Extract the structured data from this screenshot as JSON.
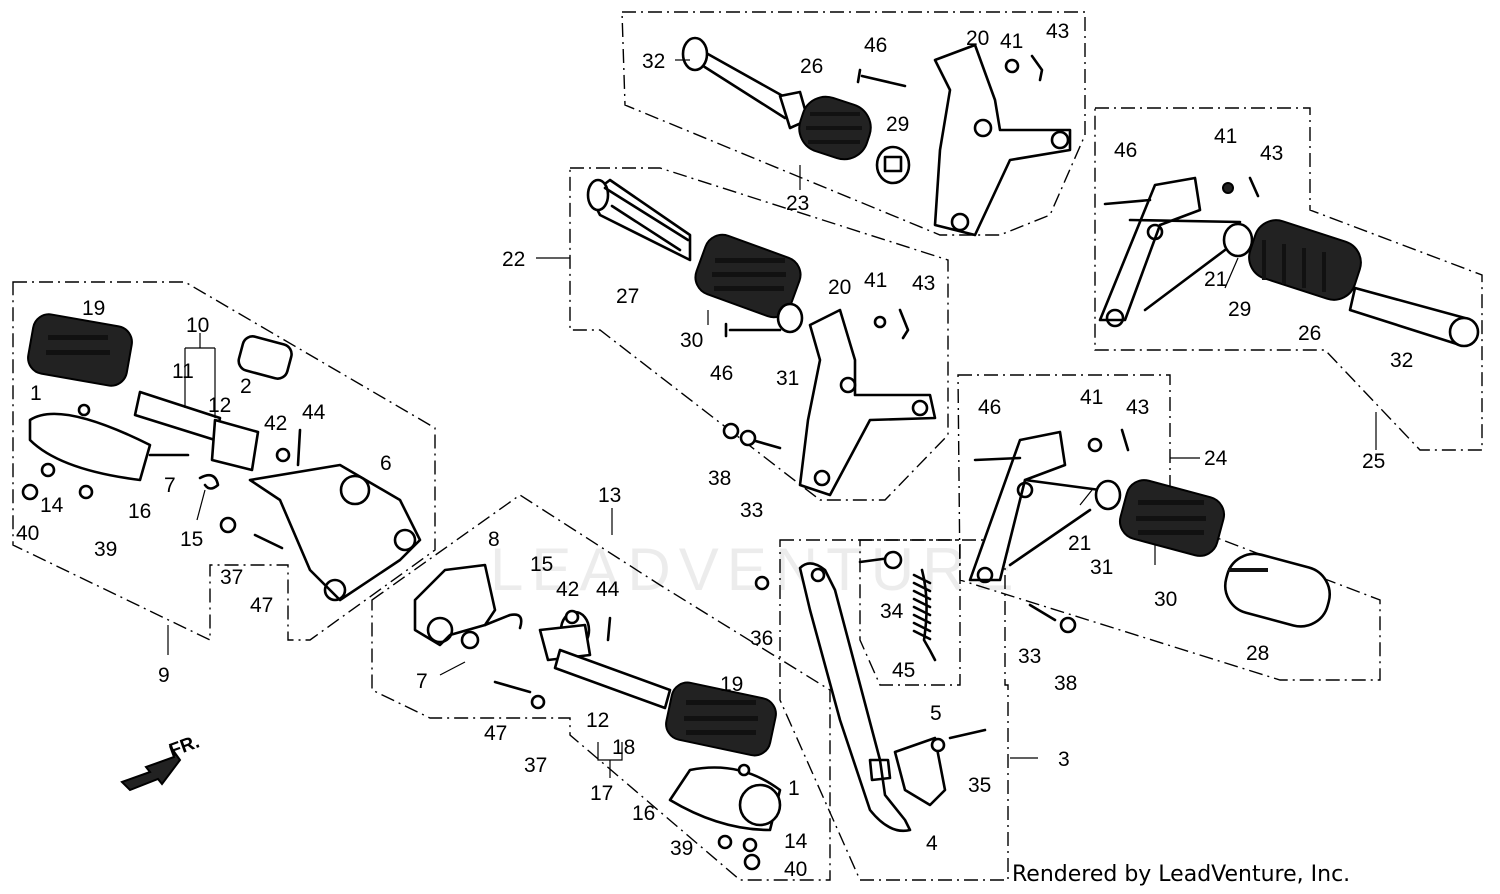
{
  "watermark": "LEADVENTURE",
  "footer": "Rendered by LeadVenture, Inc.",
  "direction_label": "FR.",
  "callouts": [
    "1",
    "2",
    "3",
    "4",
    "5",
    "6",
    "7",
    "8",
    "9",
    "10",
    "11",
    "12",
    "13",
    "14",
    "15",
    "16",
    "17",
    "18",
    "19",
    "20",
    "21",
    "22",
    "23",
    "24",
    "25",
    "26",
    "27",
    "28",
    "29",
    "30",
    "31",
    "32",
    "33",
    "34",
    "35",
    "36",
    "37",
    "38",
    "39",
    "40",
    "41",
    "42",
    "43",
    "44",
    "45",
    "46",
    "47"
  ]
}
